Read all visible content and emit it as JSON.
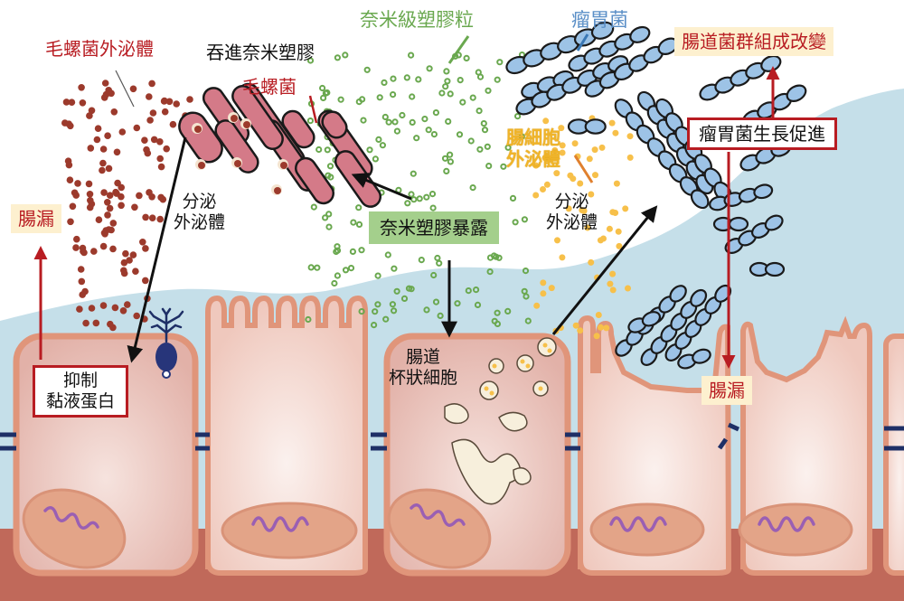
{
  "labels": {
    "spirochete_exosomes": "毛螺菌外泌體",
    "engulf_nanoplastics": "吞進奈米塑膠",
    "spirochete": "毛螺菌",
    "nanoplastic_particles": "奈米級塑膠粒",
    "ruminococcus": "瘤胃菌",
    "microbiota_change": "腸道菌群組成改變",
    "ruminococcus_growth": "瘤胃菌生長促進",
    "gut_leak_left": "腸漏",
    "gut_leak_right": "腸漏",
    "secrete_exosomes_left_1": "分泌",
    "secrete_exosomes_left_2": "外泌體",
    "nanoplastic_exposure": "奈米塑膠暴露",
    "intestinal_cell_exosomes_1": "腸細胞",
    "intestinal_cell_exosomes_2": "外泌體",
    "secrete_exosomes_right_1": "分泌",
    "secrete_exosomes_right_2": "外泌體",
    "goblet_cell_1": "腸道",
    "goblet_cell_2": "杯狀細胞",
    "inhibit_mucin_1": "抑制",
    "inhibit_mucin_2": "黏液蛋白"
  },
  "colors": {
    "accent_red": "#b81c22",
    "exosome_brown": "#9c3a2c",
    "nanoplastic_green": "#6aa84f",
    "ruminococcus_blue": "#9dc3e6",
    "host_exosome_gold": "#f7c04a",
    "mucus_blue": "#c5dfe9",
    "cell_fill": "#f3d4cc",
    "cell_border": "#e0957a",
    "basement": "#c0695a",
    "junction": "#1e2f66",
    "nucleus": "#e3a488",
    "dna": "#9a5fb3"
  },
  "icons": {
    "mucin_glycoprotein": "mucin-glycoprotein-icon",
    "dna_helix": "dna-helix-icon"
  }
}
